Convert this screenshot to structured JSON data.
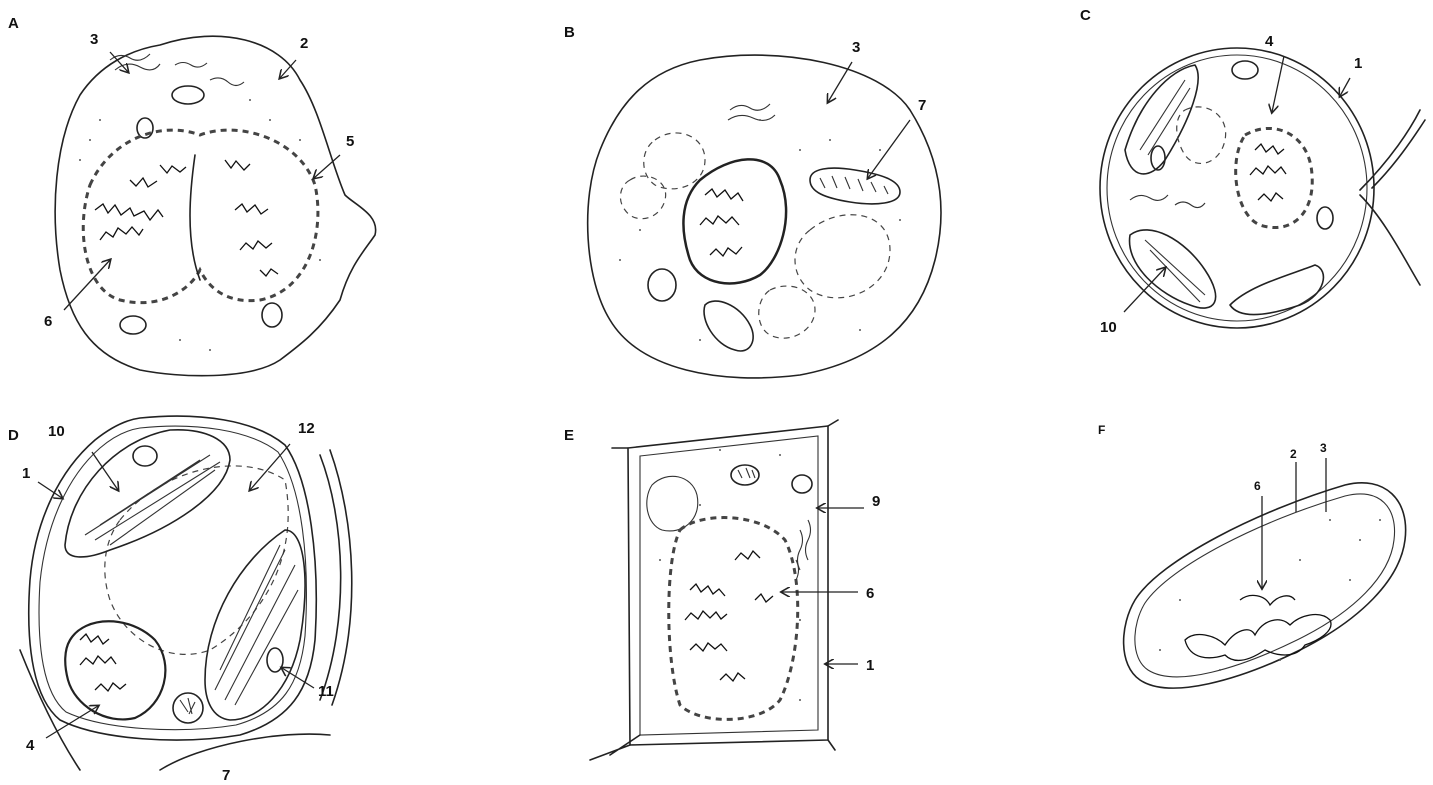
{
  "panels": [
    {
      "letter": "A",
      "labels": [
        "3",
        "2",
        "5",
        "6"
      ]
    },
    {
      "letter": "B",
      "labels": [
        "3",
        "7"
      ]
    },
    {
      "letter": "C",
      "labels": [
        "4",
        "1",
        "10"
      ]
    },
    {
      "letter": "D",
      "labels": [
        "10",
        "12",
        "1",
        "11",
        "4",
        "7"
      ]
    },
    {
      "letter": "E",
      "labels": [
        "9",
        "6",
        "1"
      ]
    },
    {
      "letter": "F",
      "labels": [
        "2",
        "3",
        "6"
      ]
    }
  ],
  "colors": {
    "ink": "#222222",
    "background": "#ffffff"
  },
  "icons": [
    "arrow-icon"
  ]
}
